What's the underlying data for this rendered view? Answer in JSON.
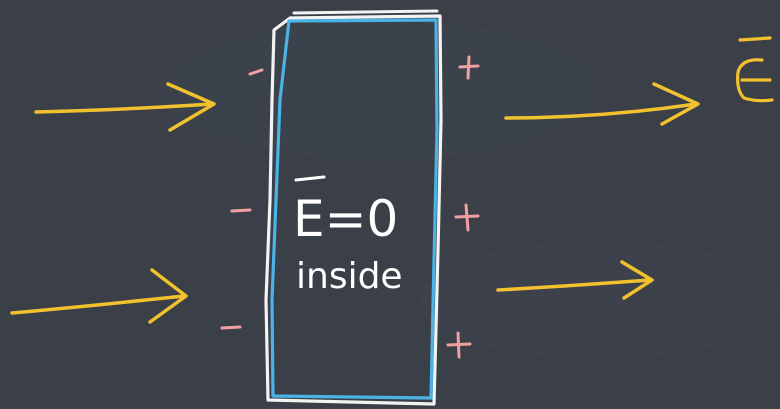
{
  "board": {
    "background": "#3a3f48"
  },
  "colors": {
    "field_arrow": "#f2c12e",
    "conductor_outline_outer": "#f3f3f3",
    "conductor_outline_inner": "#4ab4e6",
    "charge": "#f0a0a0",
    "text": "#ffffff"
  },
  "labels": {
    "inside_field": "E=0",
    "inside_word": "inside",
    "outside_field": "E"
  },
  "charges": {
    "left": [
      "-",
      "-",
      "-"
    ],
    "right": [
      "+",
      "+",
      "+"
    ]
  }
}
